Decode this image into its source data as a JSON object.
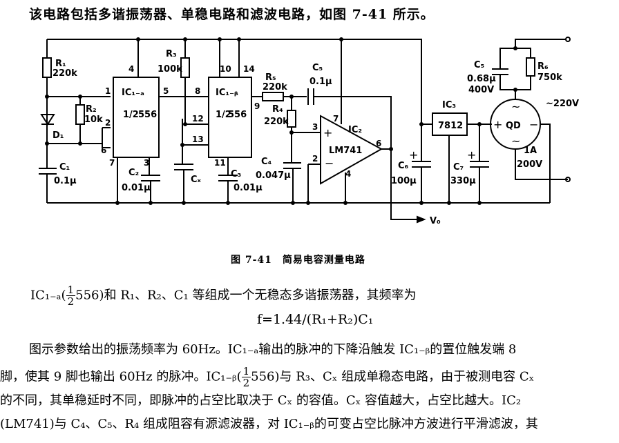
{
  "intro": "该电路包括多谐振荡器、单稳电路和滤波电路，如图 7-41 所示。",
  "caption": "图 7-41　简易电容测量电路",
  "labels": {
    "R1": "R₁",
    "R1v": "220k",
    "R2": "R₂",
    "R2v": "10k",
    "D1": "D₁",
    "C1": "C₁",
    "C1v": "0.1μ",
    "IC1a": "IC₁₋ₐ",
    "IC1a_half": "1/2",
    "IC1a_num": "556",
    "C2": "C₂",
    "C2v": "0.01μ",
    "R3": "R₃",
    "R3v": "100k",
    "CX": "Cₓ",
    "IC1b": "IC₁₋ᵦ",
    "IC1b_num": "556",
    "C3": "C₃",
    "C3v": "0.01μ",
    "R5": "R₅",
    "R5v": "220k",
    "R4": "R₄",
    "R4v": "220k",
    "C4": "C₄",
    "C4v": "0.047μ",
    "C5a": "C₅",
    "C5av": "0.1μ",
    "IC2": "IC₂",
    "IC2n": "LM741",
    "C6": "C₆",
    "C6v": "100μ",
    "IC3": "IC₃",
    "IC3n": "7812",
    "C7": "C₇",
    "C7v": "330μ",
    "C5b": "C₅",
    "C5bv": "0.68μ",
    "C5bv2": "400V",
    "R6": "R₆",
    "R6v": "750k",
    "QD": "QD",
    "ac": "~220V",
    "fuse": "1A",
    "fuse2": "200V",
    "Vo": "V₀"
  },
  "pins": {
    "p1": "1",
    "p2": "2",
    "p4": "4",
    "p5": "5",
    "p6": "6",
    "p7": "7",
    "p3": "3",
    "p8": "8",
    "p9": "9",
    "p10": "10",
    "p11": "11",
    "p12": "12",
    "p13": "13",
    "p14": "14",
    "op2": "2",
    "op3": "3",
    "op4": "4",
    "op6": "6",
    "op7": "7"
  },
  "para": {
    "p1_a": "IC₁₋ₐ(",
    "p1_half": "1/2",
    "p1_b": "556)和 R₁、R₂、C₁ 等组成一个无稳态多谐振荡器，其频率为",
    "formula": "f=1.44/(R₁+R₂)C₁",
    "p2": "图示参数给出的振荡频率为 60Hz。IC₁₋ₐ输出的脉冲的下降沿触发 IC₁₋ᵦ的置位触发端 8",
    "p3_a": "脚，使其 9 脚也输出 60Hz 的脉冲。IC₁₋ᵦ(",
    "p3_b": "556)与 R₃、Cₓ 组成单稳态电路，由于被测电容 Cₓ",
    "p4": "的不同，其单稳延时不同，即脉冲的占空比取决于 Cₓ 的容值。Cₓ 容值越大，占空比越大。IC₂",
    "p5": "(LM741)与 C₄、C₅、R₄ 组成阻容有源滤波器，对 IC₁₋ᵦ的可变占空比脉冲方波进行平滑滤波，其"
  }
}
